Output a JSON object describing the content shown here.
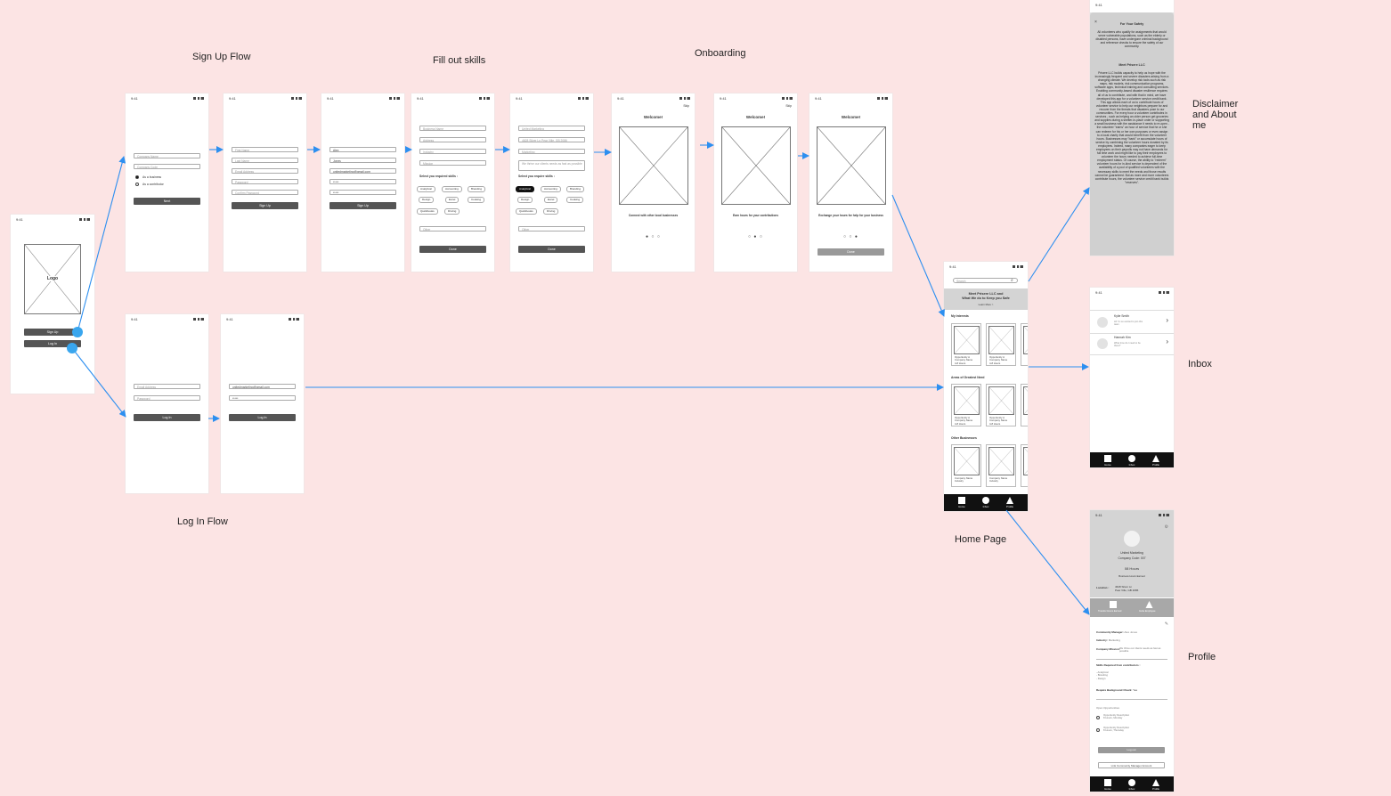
{
  "labels": {
    "signup_flow": "Sign Up Flow",
    "fill_skills": "Fill out skills",
    "onboarding": "Onboarding",
    "login_flow": "Log In Flow",
    "home_page": "Home Page",
    "disclaimer": "Disclaimer\nand About\nme",
    "inbox": "Inbox",
    "profile": "Profile"
  },
  "status_time": "9:41",
  "launch": {
    "logo": "Logo",
    "signup_btn": "Sign Up",
    "login_btn": "Log In"
  },
  "signup1": {
    "company_name": "Company Name",
    "company_code": "Company Code",
    "opt_business": "As a business",
    "opt_contributor": "As a contributor",
    "next": "Next"
  },
  "signup2": {
    "first": "First Name",
    "last": "Last Name",
    "email": "Email Address",
    "password": "Password",
    "confirm": "Confirm Password",
    "btn": "Sign Up"
  },
  "signup3": {
    "first": "Alex",
    "last": "Jones",
    "email": "unitedmarketing@gmail.com",
    "password": "*****",
    "confirm": "*****",
    "btn": "Sign Up"
  },
  "skills1": {
    "business_name": "Business Name",
    "address": "Address",
    "industry": "Industry",
    "mission": "Mission",
    "heading": "Select you required skills :",
    "chips": [
      "Analytical",
      "Accounting",
      "Branding",
      "Design",
      "Excel",
      "Cooking",
      "Quickbooks",
      "Driving"
    ],
    "other": "Other",
    "done": "Done"
  },
  "skills2": {
    "business_name": "United Marketing",
    "address": "4628 Silver Ln Pear Ville, GB 2086",
    "industry": "Marketing",
    "mission": "We thrive our clients needs as fast as possible",
    "heading": "Select you require skills :",
    "chips": [
      "Analytical",
      "Accounting",
      "Branding",
      "Design",
      "Excel",
      "Cooking",
      "Quickbooks",
      "Driving"
    ],
    "other": "Other",
    "done": "Done"
  },
  "onboard": {
    "skip": "Skip",
    "welcome": "Welcome!",
    "caption1": "Connect with other local businesses",
    "caption2": "Earn hours for your contributions",
    "caption3": "Exchange your hours for help for your business",
    "done": "Done"
  },
  "login1": {
    "email": "Email Address",
    "password": "Password",
    "btn": "Log In"
  },
  "login2": {
    "email": "unitedmarketing@gmail.com",
    "password": "*****",
    "btn": "Log In"
  },
  "home": {
    "search": "Search",
    "banner_title": "Meet Prisere LLC and\nWhat We do to Keep you Safe",
    "banner_link": "Learn More >",
    "my_interests": "My Interests",
    "areas_need": "Areas of Greatest Need",
    "other_businesses": "Other Businesses",
    "card_opp": "Opportunity A\nCompany Name\n4-8 Hours",
    "card_biz": "Company Name\nIndustry",
    "tabs": [
      "Home",
      "Inbox",
      "Profile"
    ]
  },
  "disclaimer_screen": {
    "title": "For Your Safety",
    "safety_text": "All volunteers who qualify for assignments that would serve vulnerable populations, such as the elderly or disabled persons, have undergone criminal background and reference checks to ensure the safety of our community.",
    "about_title": "Meet Prisere LLC",
    "about_text": "Prisere LLC builds capacity to help us hope with the increasingly frequent and severe disasters arising from a changing climate. We develop risk tools such as risk maps, risk models, risk communication programs, software apps, technical training and consulting services. Enabling community-based disaster resilience requires all of us to contribute, and with that in mind, we have developed this app for a volunteer service credit bank. This app allows each of us to contribute hours of volunteer service to help our neighbors prepare for and recover from the threats that disasters pose to our communities. For every hour a volunteer contributes in services - such as helping an older person get groceries and supplies during a shelter-in-place order or supporting a small business with the assistance it needs to re-open - the volunteer \"earns\" an hour of service that he or she can redeem for his or her own purposes or even assign to a local charity that would benefit from the volunteer hours. Businesses may \"bank\" or accumulate hours of service by combining the volunteer hours donated by its employees. Indeed, many companies eager to keep employees on their payrolls may not have demands for full time work and might like to pay their employees to volunteer the hours needed to achieve full-time employment status. Of course, the ability to \"redeem\" volunteer hours for in-kind service is dependent of the availability of a pool of qualified volunteers with the necessary skills to meet the needs and those results cannot be guaranteed. But as more and more volunteers contribute hours, the volunteer service credit bank builds \"reserves\"."
  },
  "inbox_screen": {
    "rows": [
      {
        "name": "Kylie Smith",
        "msg": "Hi! I'm so excited to join this team"
      },
      {
        "name": "Hannah Kim",
        "msg": "What time do I need to be there?"
      }
    ]
  },
  "profile_screen": {
    "company": "United Marketing",
    "code": "Company Code: 007",
    "hours": "08 Hours",
    "hours_label": "Business Hours Earned",
    "location_label": "Location :",
    "location": "4628 Silver Ln\nPear Ville, GB 2086",
    "transfer": "Transfer Hours Earned",
    "invite": "Invite Employee",
    "manager_label": "Community Manager:",
    "manager": "Alex Jones",
    "industry_label": "Industry:",
    "industry": "Marketing",
    "mission_label": "Company Mission:",
    "mission": "We thrive our clients needs as fast as possible",
    "skills_label": "Skills Required from contributors :",
    "skills": "- Analytical\n- Branding\n- Design",
    "bg_check_label": "Require Background Check:",
    "bg_check": "Yes",
    "open_opps": "Open Opportunities",
    "opp1": "Opportunity Description\n8 Hours, Monday",
    "opp2": "Opportunity Description\n8 Hours, Thursday",
    "logout": "Log out",
    "link_account": "Link Community Manager Account",
    "tabs": [
      "Home",
      "Inbox",
      "Profile"
    ]
  },
  "colors": {
    "background": "#fce4e4",
    "arrow": "#2d8ff0",
    "handle": "#39a6ee",
    "dark_button": "#555555"
  }
}
